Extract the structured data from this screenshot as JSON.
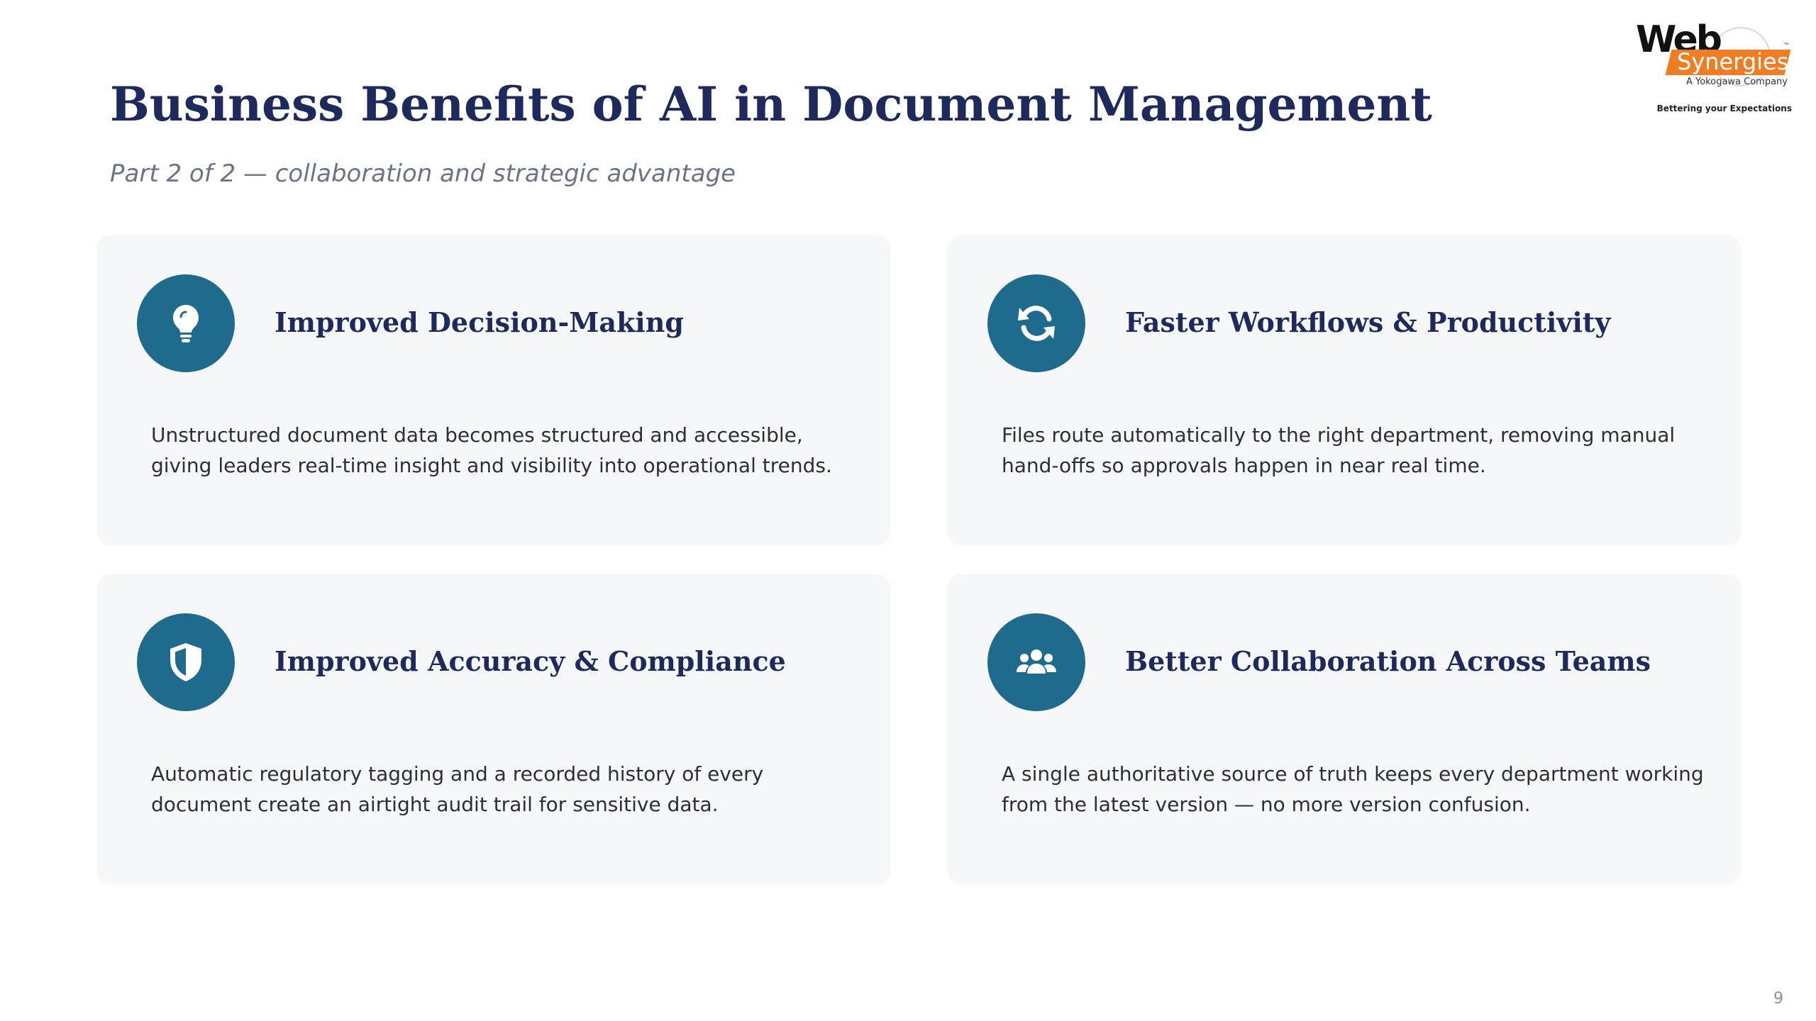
{
  "slide": {
    "title": "Business Benefits of AI in Document Management",
    "subtitle": "Part 2 of 2 — collaboration and strategic advantage",
    "page_number": "9"
  },
  "logo": {
    "wordmark_top": "Web",
    "wordmark_bottom": "Synergies",
    "trademark": "™",
    "company_line": "A Yokogawa Company",
    "tagline": "Bettering your Expectations",
    "accent_color": "#f07d24"
  },
  "colors": {
    "title": "#1f2a5c",
    "icon_circle": "#1f6b8d",
    "card_background": "#f5f7f9",
    "body_text": "#2b2f36"
  },
  "cards": [
    {
      "icon": "lightbulb-icon",
      "title": "Improved Decision-Making",
      "text": "Unstructured document data becomes structured and accessible, giving leaders real-time insight and visibility into operational trends."
    },
    {
      "icon": "sync-icon",
      "title": "Faster Workflows & Productivity",
      "text": "Files route automatically to the right department, removing manual hand-offs so approvals happen in near real time."
    },
    {
      "icon": "shield-icon",
      "title": "Improved Accuracy & Compliance",
      "text": "Automatic regulatory tagging and a recorded history of every document create an airtight audit trail for sensitive data."
    },
    {
      "icon": "users-icon",
      "title": "Better Collaboration Across Teams",
      "text": "A single authoritative source of truth keeps every department working from the latest version — no more version confusion."
    }
  ]
}
